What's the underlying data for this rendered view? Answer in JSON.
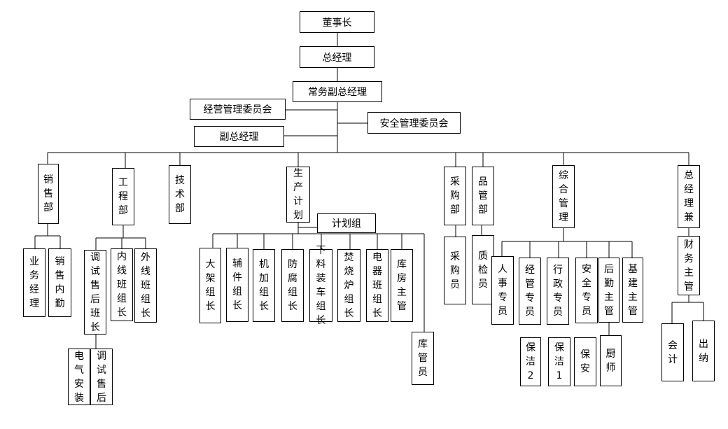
{
  "nodes": {
    "chairman": "董事长",
    "gm": "总经理",
    "exec_vgm": "常务副总经理",
    "biz_committee": "经营管理委员会",
    "safety_committee": "安全管理委员会",
    "vgm": "副总经理",
    "sales_dept": "销售部",
    "eng_dept": "工程部",
    "tech_dept": "技术部",
    "prod_plan": "生产计划",
    "plan_group": "计划组",
    "purchase_dept": "采购部",
    "quality_dept": "品管部",
    "general_mgmt": "综合管理",
    "gm_concurrent": "总经理兼",
    "sales_manager": "业务经理",
    "sales_internal": "销售内勤",
    "debug_aftersales_lead": "调试售后班长",
    "inner_line_lead": "内线班组长",
    "outer_line_lead": "外线班组长",
    "electrical_install": "电气安装",
    "debug_aftersales": "调试售后",
    "frame_lead": "大架组长",
    "aux_lead": "辅件组长",
    "machining_lead": "机加组长",
    "anticorrosion_lead": "防腐组长",
    "cutting_lead": "下料装车组长",
    "incinerator_lead": "焚烧炉组长",
    "electrical_lead": "电器班组长",
    "warehouse_supervisor": "库房主管",
    "warehouse_keeper": "库管员",
    "purchaser": "采购员",
    "inspector": "质检员",
    "hr_specialist": "人事专员",
    "ops_specialist": "经管专员",
    "admin_specialist": "行政专员",
    "safety_specialist": "安全专员",
    "logistics_supervisor": "后勤主管",
    "construction_supervisor": "基建主管",
    "cleaner2": "保洁2",
    "cleaner1": "保洁1",
    "security": "保安",
    "cook": "厨师",
    "finance_supervisor": "财务主管",
    "accountant": "会计",
    "cashier": "出纳"
  }
}
